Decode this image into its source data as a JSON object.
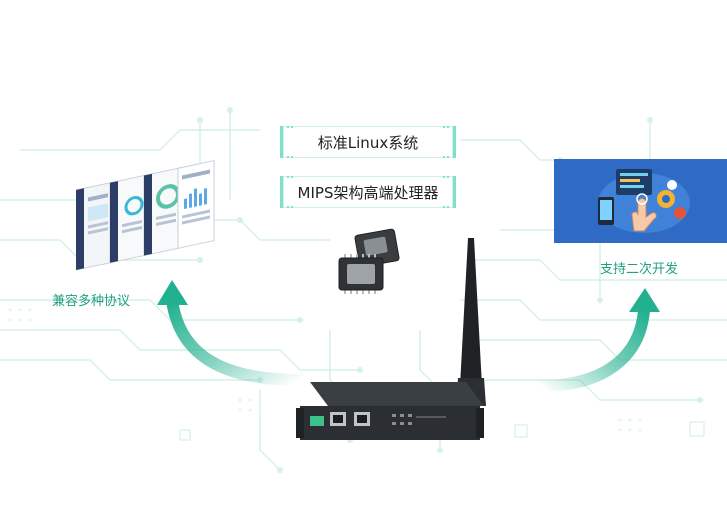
{
  "labels": {
    "linux": "标准Linux系统",
    "mips": "MIPS架构高端处理器",
    "protocols": "兼容多种协议",
    "secondary_dev": "支持二次开发"
  },
  "colors": {
    "accent_teal": "#22b08f",
    "caption_green": "#1fa07f",
    "circuit_line": "#cdeee4",
    "dev_panel_blue": "#2f6bc4",
    "router_body": "#2b2f33"
  }
}
